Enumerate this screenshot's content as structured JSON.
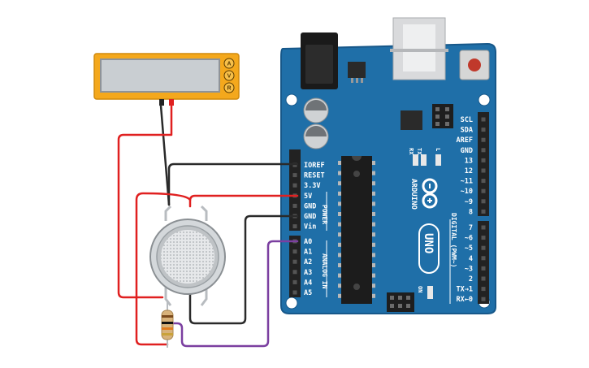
{
  "multimeter": {
    "mode_buttons": [
      "A",
      "V",
      "R"
    ]
  },
  "arduino": {
    "brand": "ARDUINO",
    "model": "UNO",
    "power_header_labels": [
      "IOREF",
      "RESET",
      "3.3V",
      "5V",
      "GND",
      "GND",
      "Vin"
    ],
    "power_group_label": "POWER",
    "analog_header_labels": [
      "A0",
      "A1",
      "A2",
      "A3",
      "A4",
      "A5"
    ],
    "analog_group_label": "ANALOG IN",
    "digital_header_top_labels": [
      "SCL",
      "SDA",
      "AREF",
      "GND",
      "13",
      "12",
      "~11",
      "~10",
      "~9",
      "8"
    ],
    "digital_header_bottom_labels": [
      "7",
      "~6",
      "~5",
      "4",
      "~3",
      "2",
      "TX→1",
      "RX←0"
    ],
    "digital_group_label": "DIGITAL (PWM~)",
    "led_labels": [
      "TX",
      "RX",
      "L"
    ],
    "on_label": "ON"
  },
  "wires": {
    "colors": {
      "red": "#e02020",
      "black": "#2a2a2a",
      "purple": "#7b3fa0"
    }
  },
  "colors": {
    "board": "#1f6fa8",
    "board_edge": "#17588a",
    "meter_body": "#f4a81c",
    "meter_screen": "#c9ced2",
    "header": "#222222"
  }
}
